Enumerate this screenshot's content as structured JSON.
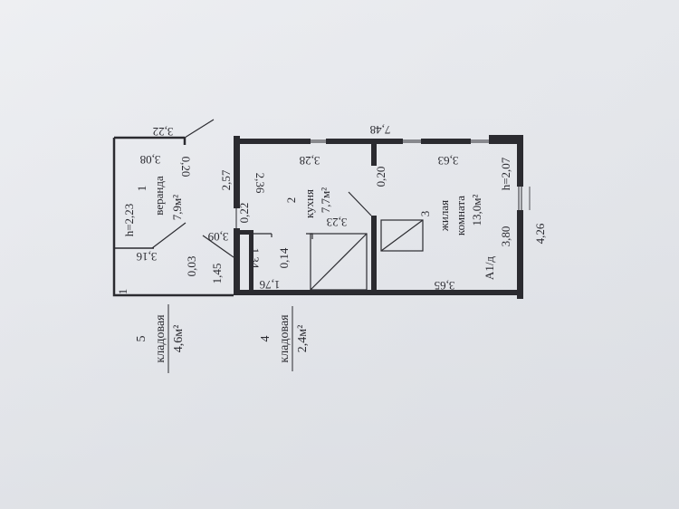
{
  "plan": {
    "dims": {
      "top_3_22": "3,22",
      "top_7_48": "7,48",
      "veranda_3_08": "3,08",
      "veranda_0_20": "0,20",
      "veranda_2_23": "h=2,23",
      "veranda_3_16": "3,16",
      "d_2_57": "2,57",
      "d_2_36": "2,36",
      "d_0_22": "0,22",
      "d_3_09": "3,09",
      "d_0_03": "0,03",
      "d_1_45": "1,45",
      "d_1_34": "1,34",
      "d_0_14": "0,14",
      "d_1_76": "1,76",
      "kitchen_3_28": "3,28",
      "kitchen_3_23": "3,23",
      "kitchen_0_20": "0,20",
      "living_3_63": "3,63",
      "living_h_2_07": "h=2,07",
      "living_3_80": "3,80",
      "living_3_65": "3,65",
      "outer_4_26": "4,26"
    },
    "rooms": {
      "veranda_num": "1",
      "veranda_name": "веранда",
      "veranda_area": "7,9м²",
      "kitchen_num": "2",
      "kitchen_name": "кухня",
      "kitchen_area": "7,7м²",
      "living_num": "3",
      "living_name1": "жилая",
      "living_name2": "комната",
      "living_area": "13,0м²",
      "small_num": "1",
      "plan_code": "А1/д"
    },
    "legend": {
      "item5_num": "5",
      "item5_name": "кладовая",
      "item5_area": "4,6м²",
      "item4_num": "4",
      "item4_name": "кладовая",
      "item4_area": "2,4м²"
    }
  },
  "colors": {
    "ink": "#2a2a30",
    "wall": "#2b2b30",
    "paper": "#e6e8ec"
  }
}
